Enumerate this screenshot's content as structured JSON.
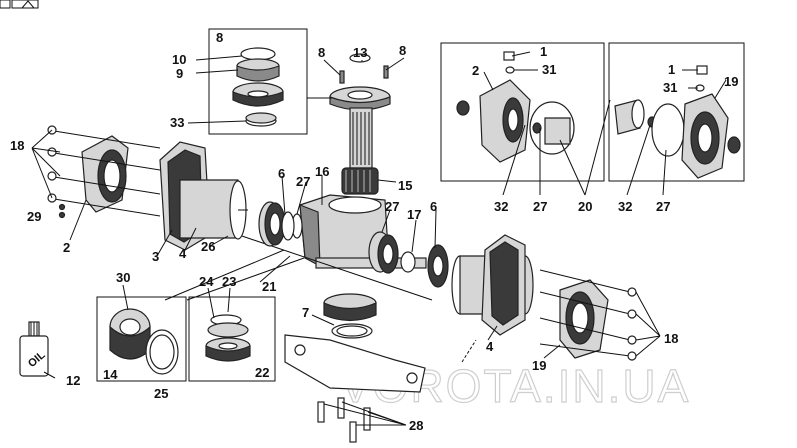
{
  "watermark": "VOROTA.IN.UA",
  "oil_label": "OIL",
  "callouts": {
    "c8a": "8",
    "c10": "10",
    "c9": "9",
    "c33": "33",
    "c8b": "8",
    "c13": "13",
    "c8c": "8",
    "c1a": "1",
    "c2a": "2",
    "c31a": "31",
    "c32a": "32",
    "c27a": "27",
    "c20": "20",
    "c1b": "1",
    "c19a": "19",
    "c31b": "31",
    "c32b": "32",
    "c27b": "27",
    "c18a": "18",
    "c29": "29",
    "c2b": "2",
    "c6a": "6",
    "c27c": "27",
    "c16": "16",
    "c15": "15",
    "c27d": "27",
    "c6b": "6",
    "c17": "17",
    "c3": "3",
    "c4a": "4",
    "c26": "26",
    "c21": "21",
    "c30": "30",
    "c24": "24",
    "c23": "23",
    "c7": "7",
    "c14": "14",
    "c25": "25",
    "c22": "22",
    "c12": "12",
    "c4b": "4",
    "c18b": "18",
    "c19b": "19",
    "c28": "28"
  }
}
